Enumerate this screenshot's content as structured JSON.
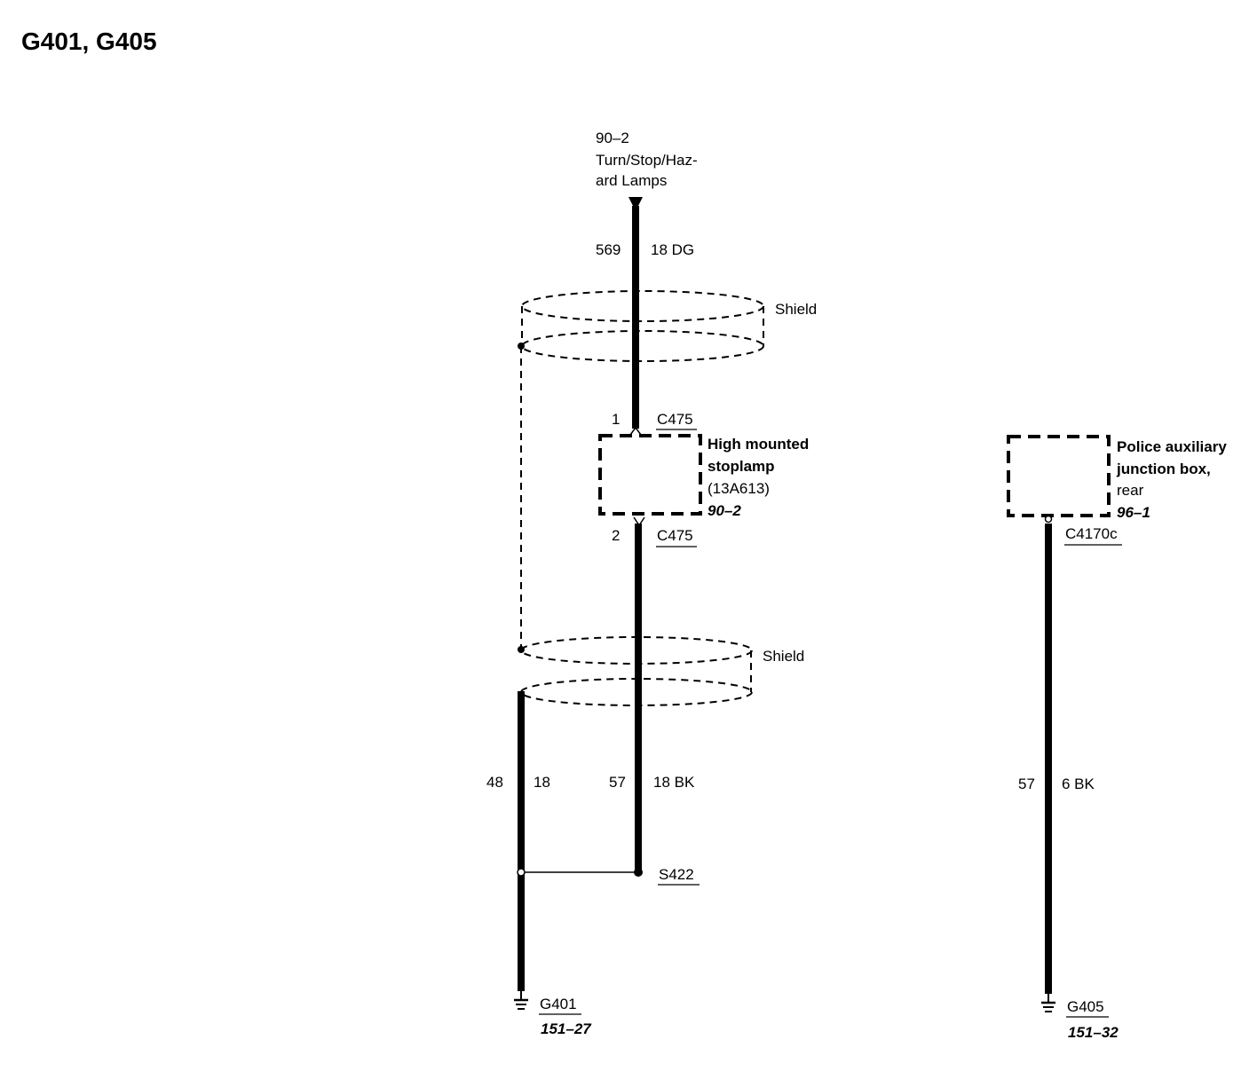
{
  "title": "G401, G405",
  "source_ref": {
    "number": "90–2",
    "line1": "Turn/Stop/Haz-",
    "line2": "ard Lamps"
  },
  "shields": {
    "upper_label": "Shield",
    "lower_label": "Shield"
  },
  "wires": {
    "top": {
      "circuit": "569",
      "gauge_color": "18 DG"
    },
    "shield_drain": {
      "circuit": "48",
      "gauge_color": "18"
    },
    "stoplamp_ground": {
      "circuit": "57",
      "gauge_color": "18 BK"
    },
    "box_ground": {
      "circuit": "57",
      "gauge_color": "6 BK"
    }
  },
  "stoplamp": {
    "name_line1": "High mounted",
    "name_line2": "stoplamp",
    "part": "(13A613)",
    "page_ref": "90–2",
    "pin_top": "1",
    "connector_top": "C475",
    "pin_bottom": "2",
    "connector_bottom": "C475"
  },
  "junction_box": {
    "name_line1": "Police auxiliary",
    "name_line2": "junction box,",
    "name_line3": "rear",
    "page_ref": "96–1",
    "connector": "C4170c"
  },
  "splice": {
    "label": "S422"
  },
  "grounds": {
    "g401": {
      "label": "G401",
      "page_ref": "151–27"
    },
    "g405": {
      "label": "G405",
      "page_ref": "151–32"
    }
  }
}
